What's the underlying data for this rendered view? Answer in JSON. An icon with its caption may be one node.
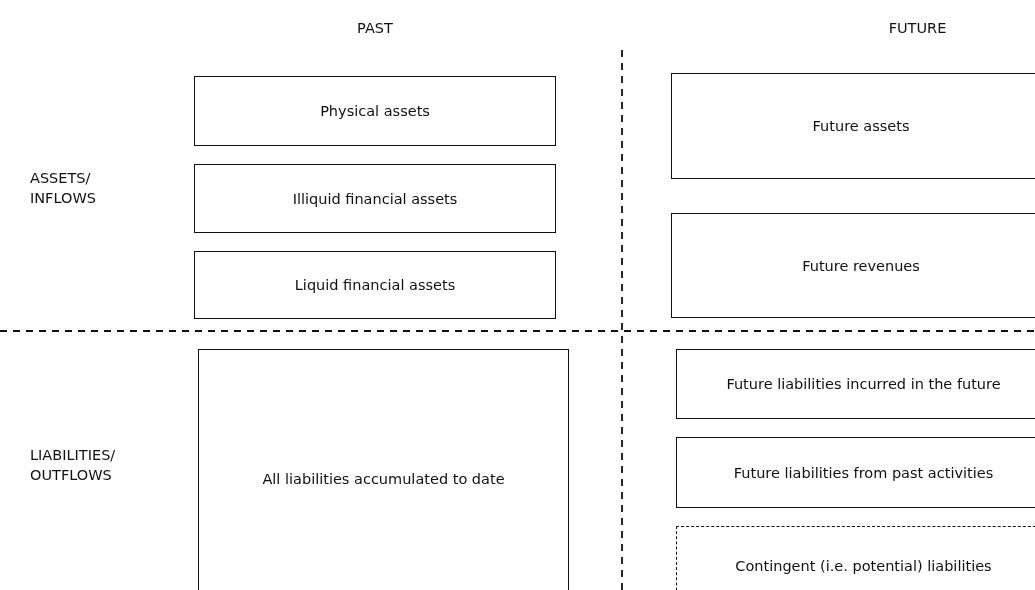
{
  "diagram": {
    "nodes": [
      {
        "text": [
          "Physical assets"
        ]
      },
      {
        "text": [
          "Illiquid financial assets"
        ]
      },
      {
        "text": [
          "Liquid financial assets"
        ]
      },
      {
        "text": [
          "All liabilities accumulated to date"
        ]
      },
      {
        "text": [
          "Future assets"
        ]
      },
      {
        "text": [
          "Future revenues"
        ]
      },
      {
        "text": [
          "Future liabilities incurred in the future"
        ]
      },
      {
        "text": [
          "Future liabilities from past activities"
        ]
      },
      {
        "text": [
          "Contingent (i.e. potential) liabilities"
        ]
      }
    ],
    "edges": [],
    "labels": [
      "PAST",
      "FUTURE",
      "ASSETS/ INFLOWS",
      "LIABILITIES/ OUTFLOWS"
    ]
  }
}
